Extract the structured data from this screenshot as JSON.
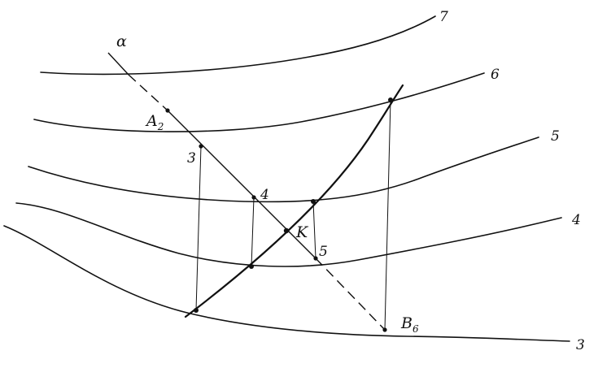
{
  "contours": [
    {
      "label": "7"
    },
    {
      "label": "6"
    },
    {
      "label": "5"
    },
    {
      "label": "4"
    },
    {
      "label": "3"
    }
  ],
  "plane": {
    "label": "α"
  },
  "points": {
    "A": {
      "letter": "A",
      "index": "2"
    },
    "B": {
      "letter": "B",
      "index": "6"
    },
    "K": {
      "letter": "K"
    },
    "p3": {
      "label": "3"
    },
    "p4": {
      "label": "4"
    },
    "p5": {
      "label": "5"
    }
  }
}
